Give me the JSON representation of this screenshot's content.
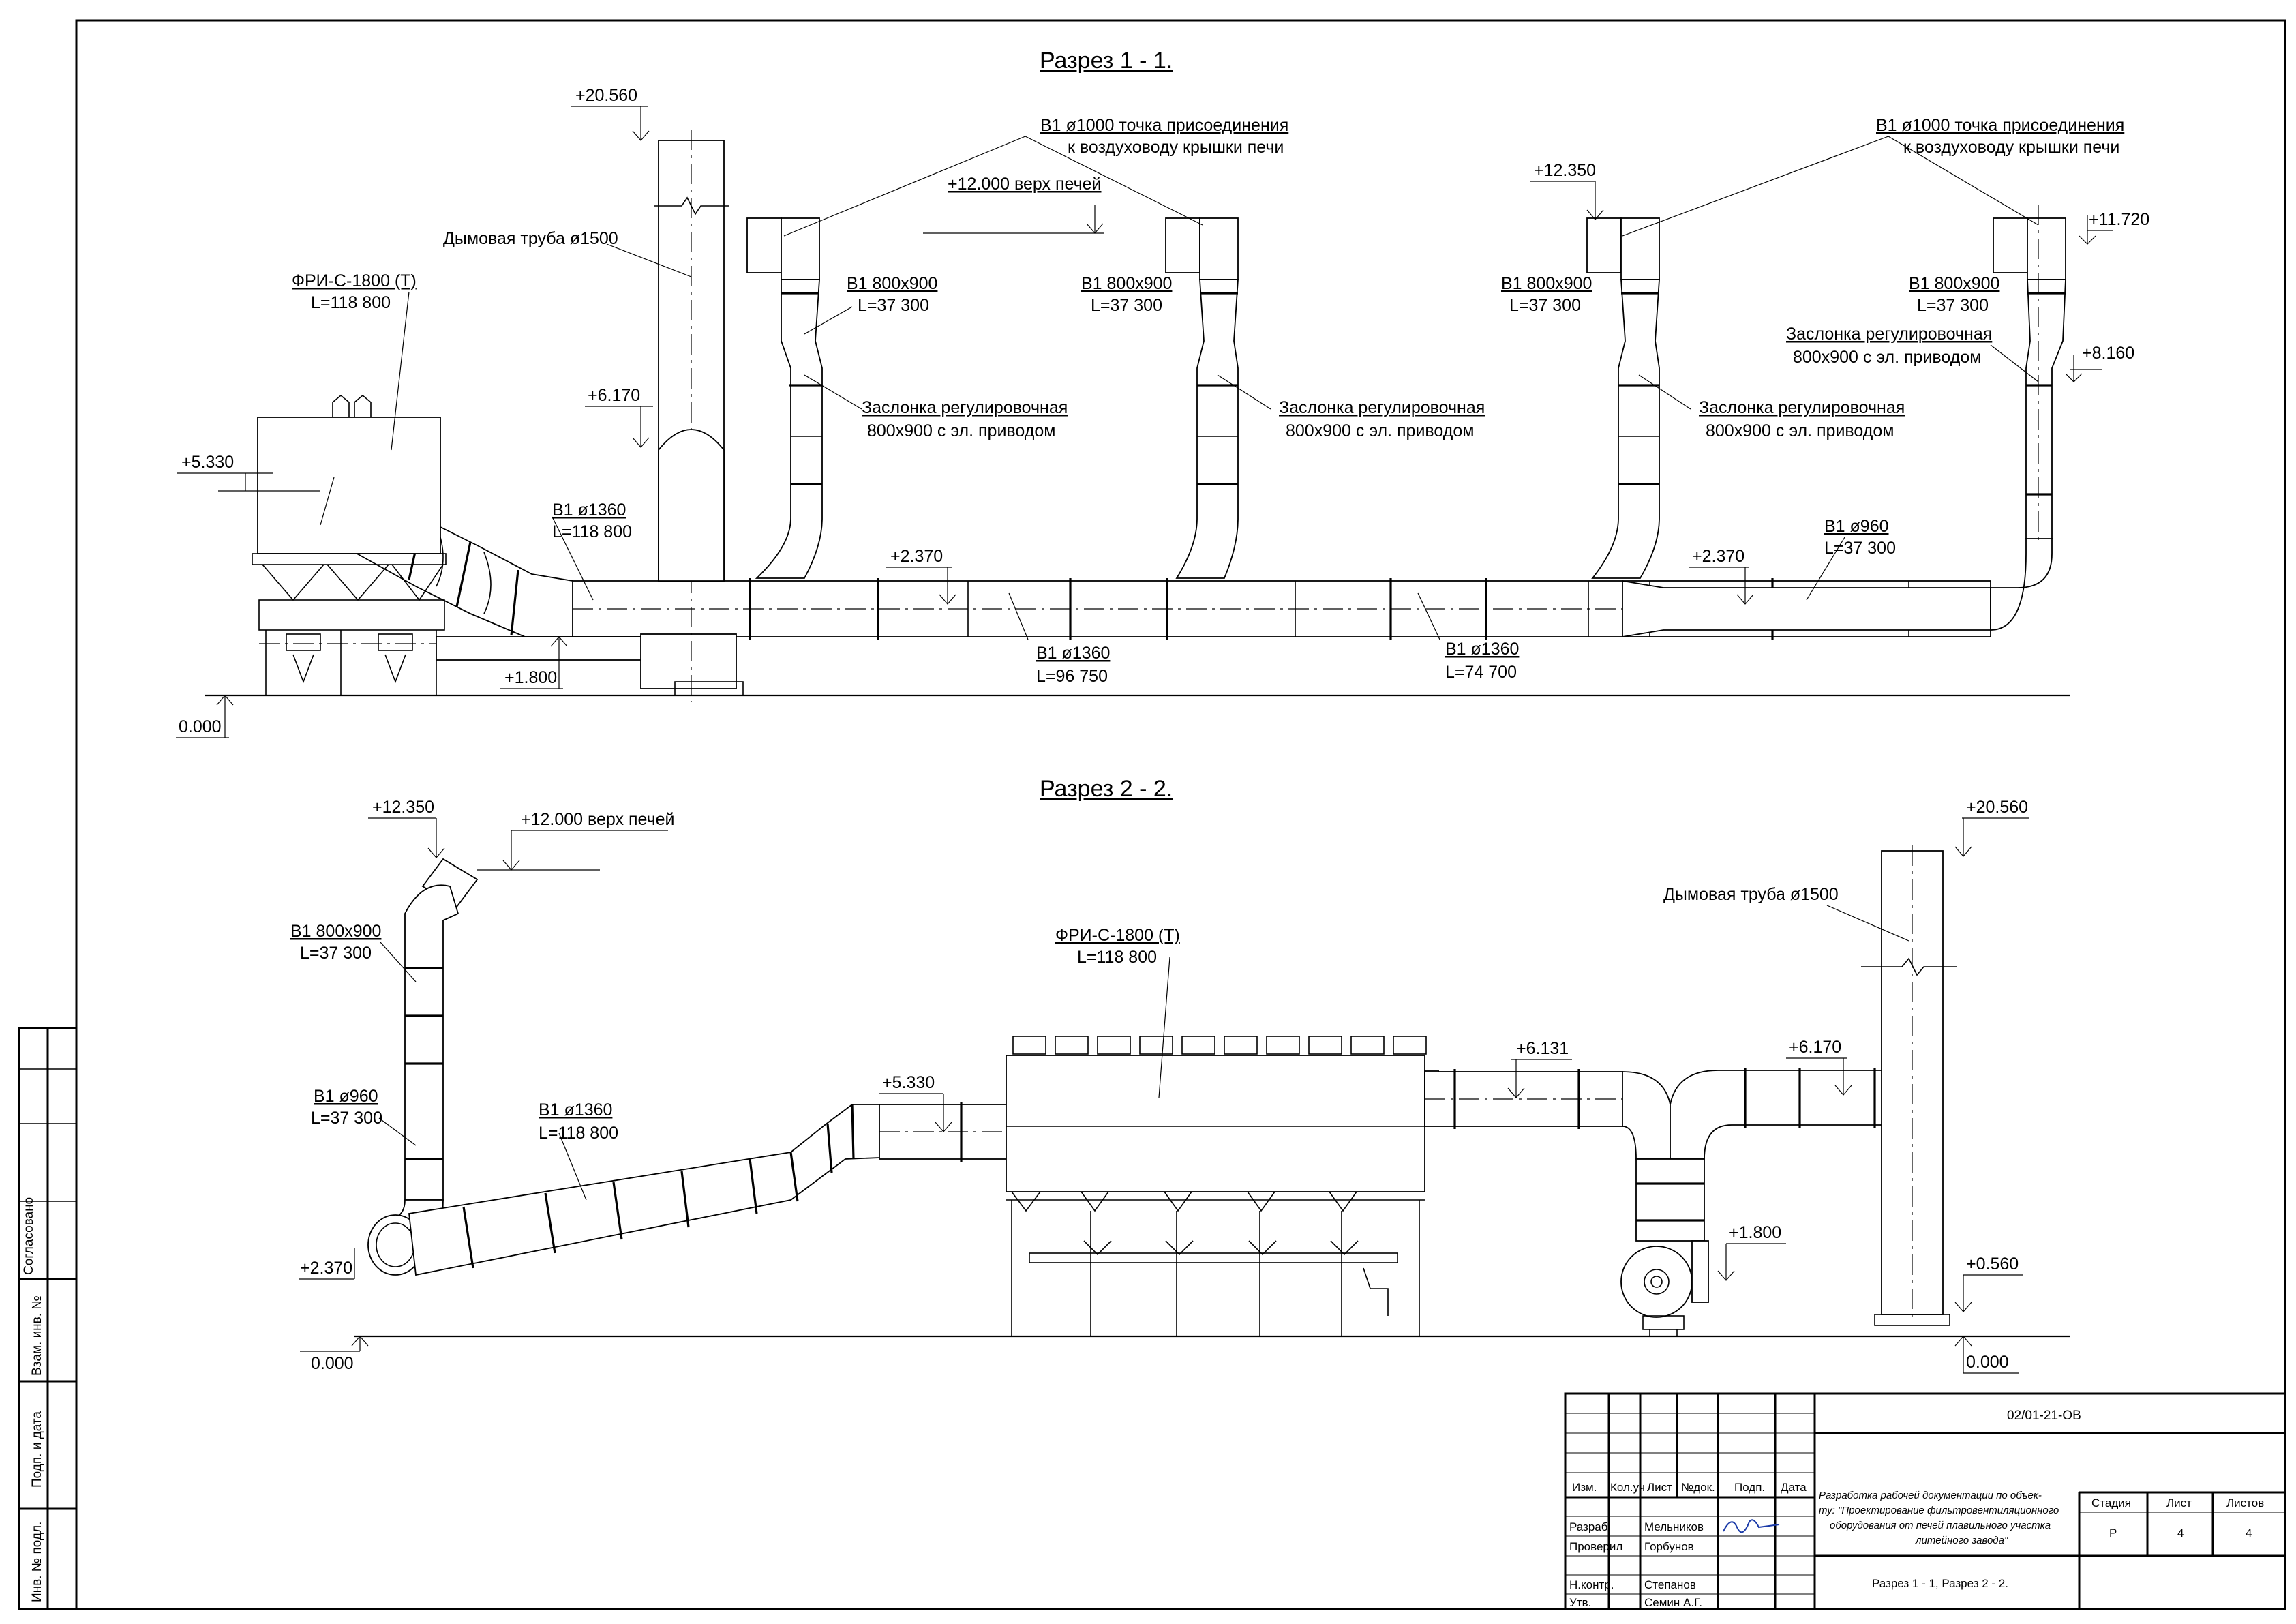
{
  "sections": {
    "s1": {
      "title": "Разрез 1 - 1.",
      "labels": {
        "elev_20560": "+20.560",
        "stack": "Дымовая труба ø1500",
        "filter_name": "ФРИ-С-1800 (Т)",
        "filter_flow": "L=118 800",
        "elev_5330": "+5.330",
        "elev_6170": "+6.170",
        "duct_1360_a": "В1 ø1360",
        "duct_1360_a_flow": "L=118 800",
        "conn_left_1": "В1 ø1000 точка присоединения",
        "conn_left_2": "к воздуховоду крышки печи",
        "furnace_top": "+12.000 верх печей",
        "duct_800_1": "В1 800х900",
        "duct_800_1_flow": "L=37 300",
        "duct_800_2": "В1 800х900",
        "duct_800_2_flow": "L=37 300",
        "damper_1a": "Заслонка регулировочная",
        "damper_1b": "800х900 с эл. приводом",
        "damper_2a": "Заслонка регулировочная",
        "damper_2b": "800х900 с эл. приводом",
        "elev_2370_a": "+2.370",
        "duct_1360_b": "В1 ø1360",
        "duct_1360_b_flow": "L=96 750",
        "elev_1800": "+1.800",
        "elev_0000": "0.000",
        "elev_12350": "+12.350",
        "duct_800_3": "В1 800х900",
        "duct_800_3_flow": "L=37 300",
        "damper_3a": "Заслонка регулировочная",
        "damper_3b": "800х900 с эл. приводом",
        "duct_1360_c": "В1 ø1360",
        "duct_1360_c_flow": "L=74 700",
        "elev_2370_b": "+2.370",
        "duct_960": "В1 ø960",
        "duct_960_flow": "L=37 300",
        "conn_right_1": "В1 ø1000 точка присоединения",
        "conn_right_2": "к воздуховоду крышки печи",
        "elev_11720": "+11.720",
        "duct_800_4": "В1 800х900",
        "duct_800_4_flow": "L=37 300",
        "damper_4a": "Заслонка регулировочная",
        "damper_4b": "800х900 с эл. приводом",
        "elev_8160": "+8.160"
      }
    },
    "s2": {
      "title": "Разрез 2 - 2.",
      "labels": {
        "elev_12350": "+12.350",
        "furnace_top": "+12.000 верх печей",
        "duct_800": "В1 800х900",
        "duct_800_flow": "L=37 300",
        "duct_960": "В1 ø960",
        "duct_960_flow": "L=37 300",
        "duct_1360": "В1 ø1360",
        "duct_1360_flow": "L=118 800",
        "elev_2370": "+2.370",
        "elev_0000_left": "0.000",
        "elev_5330": "+5.330",
        "filter_name": "ФРИ-С-1800 (Т)",
        "filter_flow": "L=118 800",
        "elev_6131": "+6.131",
        "elev_6170": "+6.170",
        "elev_1800": "+1.800",
        "elev_20560": "+20.560",
        "stack": "Дымовая труба ø1500",
        "elev_0560": "+0.560",
        "elev_0000_right": "0.000"
      }
    }
  },
  "side_stamp": {
    "agreed": "Согласовано",
    "replaced": "Взам. инв. №",
    "signed": "Подп. и дата",
    "inv": "Инв. № подл."
  },
  "title_block": {
    "doc_code": "02/01-21-ОВ",
    "headers": {
      "izm": "Изм.",
      "kol": "Кол.уч",
      "list": "Лист",
      "ndoc": "№док.",
      "podp": "Подп.",
      "data": "Дата"
    },
    "roles": {
      "razrab": "Разраб.",
      "proveril": "Проверил",
      "nkontr": "Н.контр.",
      "utv": "Утв."
    },
    "names": {
      "razrab": "Мельников",
      "proveril": "Горбунов",
      "nkontr": "Степанов",
      "utv": "Семин А.Г."
    },
    "project_lines": [
      "Разработка рабочей документации по объек-",
      "ту: \"Проектирование фильтровентиляционного",
      "оборудования от печей плавильного участка",
      "литейного завода\""
    ],
    "stage_header": "Стадия",
    "sheet_header": "Лист",
    "sheets_header": "Листов",
    "stage": "Р",
    "sheet": "4",
    "sheets": "4",
    "sheet_title": "Разрез 1 - 1, Разрез 2 - 2."
  }
}
